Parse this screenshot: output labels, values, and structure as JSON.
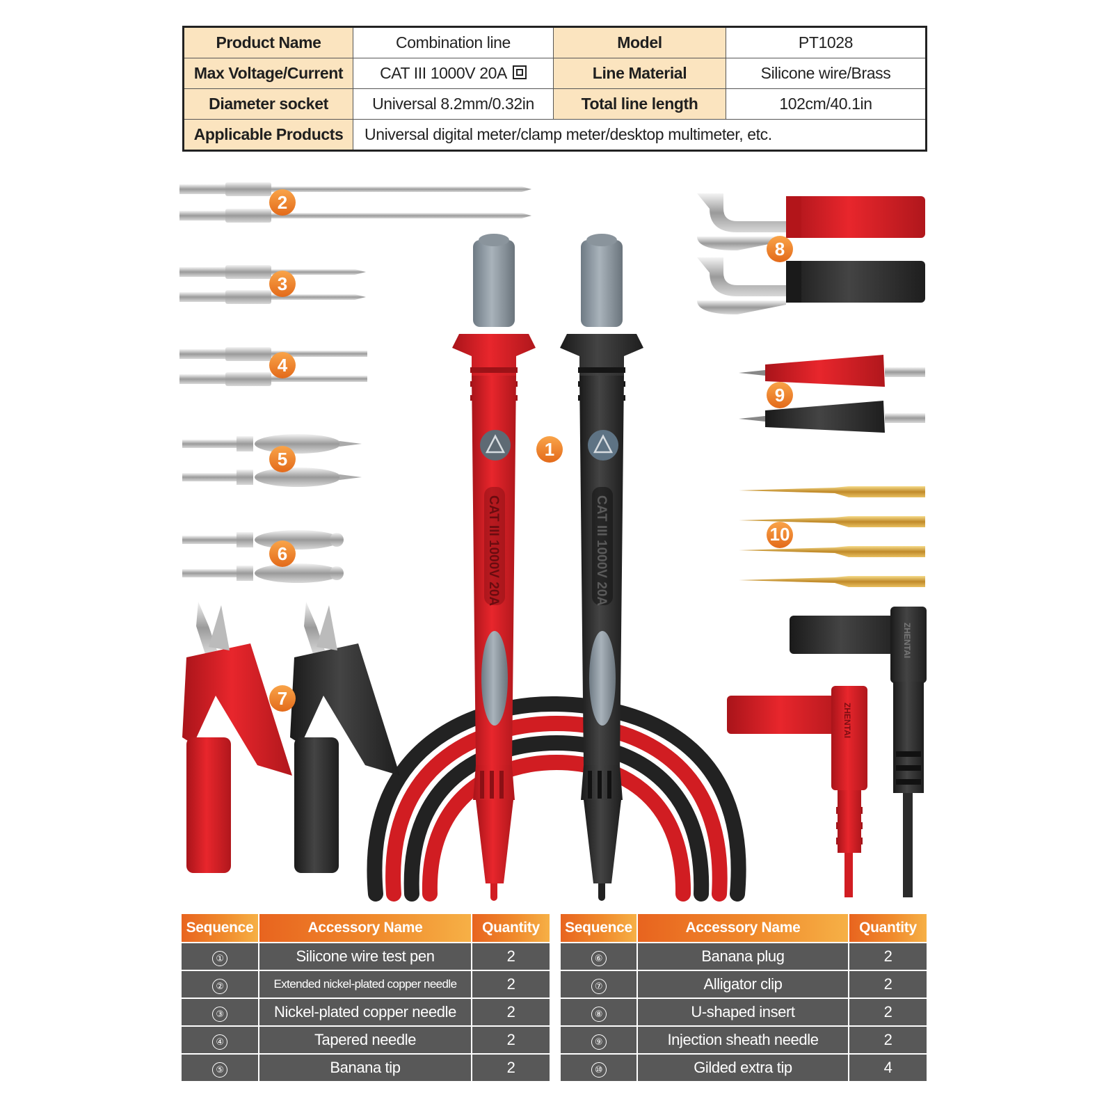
{
  "spec_table": {
    "rows": [
      [
        {
          "label": "Product Name",
          "value": "Combination line"
        },
        {
          "label": "Model",
          "value": "PT1028"
        }
      ],
      [
        {
          "label": "Max Voltage/Current",
          "value": "CAT III 1000V  20A"
        },
        {
          "label": "Line Material",
          "value": "Silicone wire/Brass"
        }
      ],
      [
        {
          "label": "Diameter socket",
          "value": "Universal 8.2mm/0.32in"
        },
        {
          "label": "Total line length",
          "value": "102cm/40.1in"
        }
      ]
    ],
    "applicable": {
      "label": "Applicable Products",
      "value": "Universal digital meter/clamp meter/desktop multimeter, etc."
    }
  },
  "item_badges": [
    "1",
    "2",
    "3",
    "4",
    "5",
    "6",
    "7",
    "8",
    "9",
    "10"
  ],
  "pen_marking": "CAT III 1000V 20A",
  "plug_marking": "ZHENTAI",
  "accessories": {
    "headers": {
      "sequence": "Sequence",
      "name": "Accessory Name",
      "quantity": "Quantity"
    },
    "left": [
      {
        "seq": "①",
        "name": "Silicone wire test pen",
        "qty": "2"
      },
      {
        "seq": "②",
        "name": "Extended nickel-plated copper needle",
        "qty": "2"
      },
      {
        "seq": "③",
        "name": "Nickel-plated copper needle",
        "qty": "2"
      },
      {
        "seq": "④",
        "name": "Tapered needle",
        "qty": "2"
      },
      {
        "seq": "⑤",
        "name": "Banana tip",
        "qty": "2"
      }
    ],
    "right": [
      {
        "seq": "⑥",
        "name": "Banana plug",
        "qty": "2"
      },
      {
        "seq": "⑦",
        "name": "Alligator clip",
        "qty": "2"
      },
      {
        "seq": "⑧",
        "name": "U-shaped insert",
        "qty": "2"
      },
      {
        "seq": "⑨",
        "name": "Injection sheath needle",
        "qty": "2"
      },
      {
        "seq": "⑩",
        "name": "Gilded extra tip",
        "qty": "4"
      }
    ]
  },
  "colors": {
    "red": "#d91f24",
    "black": "#2b2b2b",
    "orange": "#ef7d22",
    "gold": "#d6a23c",
    "header_tan": "#fbe4bf",
    "row_gray": "#585858"
  }
}
